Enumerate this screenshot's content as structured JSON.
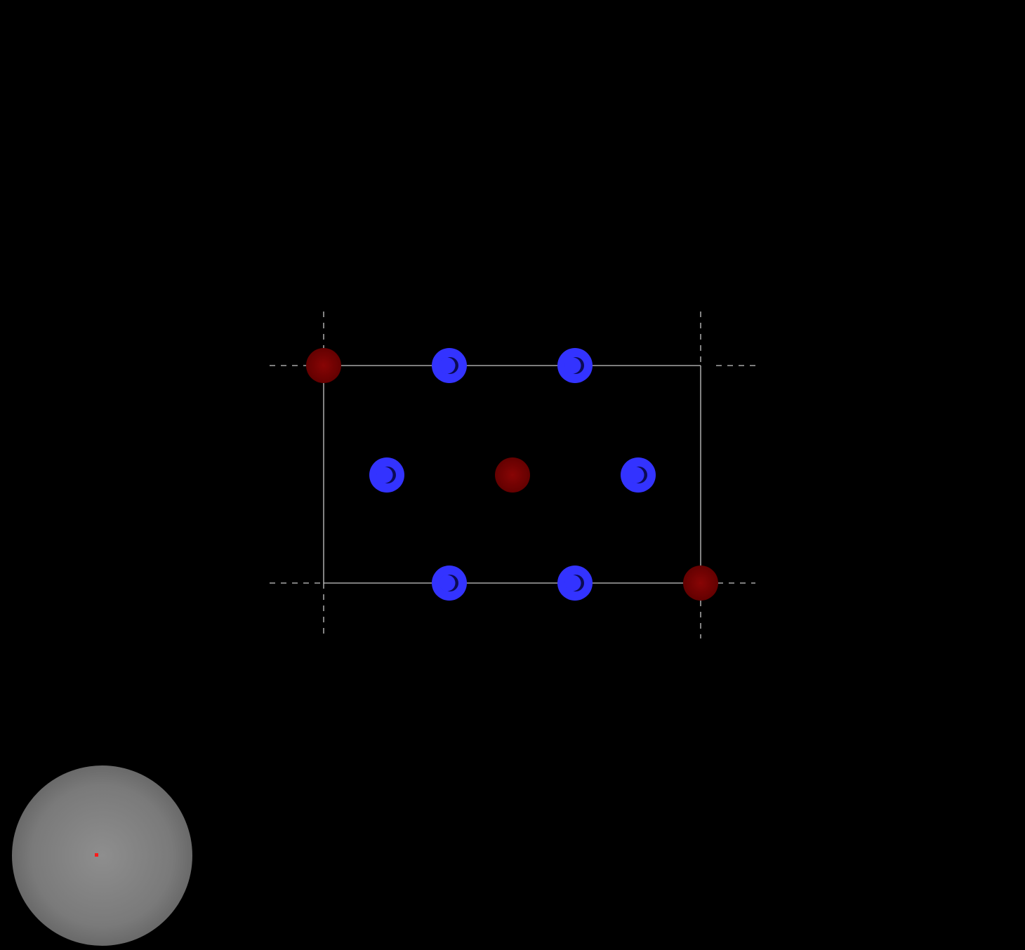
{
  "scene": {
    "background_color": "#000000",
    "cell_line_color": "#c8c8c8",
    "boundary_dash_color": "#c8c8c8"
  },
  "atom_types": {
    "red": {
      "color": "#7a0000",
      "highlight": "#8c0a0a",
      "shade": "#5a0000",
      "icon": "sphere"
    },
    "blue": {
      "color": "#3333ff",
      "highlight": "#3b3bff",
      "shade": "#2a2ae8",
      "icon": "crescent-moon-icon"
    }
  },
  "atoms": [
    {
      "type": "red",
      "row": 0,
      "col": 0
    },
    {
      "type": "blue",
      "row": 0,
      "col": 2
    },
    {
      "type": "blue",
      "row": 0,
      "col": 4
    },
    {
      "type": "blue",
      "row": 1,
      "col": 1
    },
    {
      "type": "red",
      "row": 1,
      "col": 3
    },
    {
      "type": "blue",
      "row": 1,
      "col": 5
    },
    {
      "type": "blue",
      "row": 2,
      "col": 2
    },
    {
      "type": "blue",
      "row": 2,
      "col": 4
    },
    {
      "type": "red",
      "row": 2,
      "col": 6
    }
  ],
  "orientation_widget": {
    "sphere_color": "#7f7f7f",
    "marker_color": "#ff1a1a"
  }
}
